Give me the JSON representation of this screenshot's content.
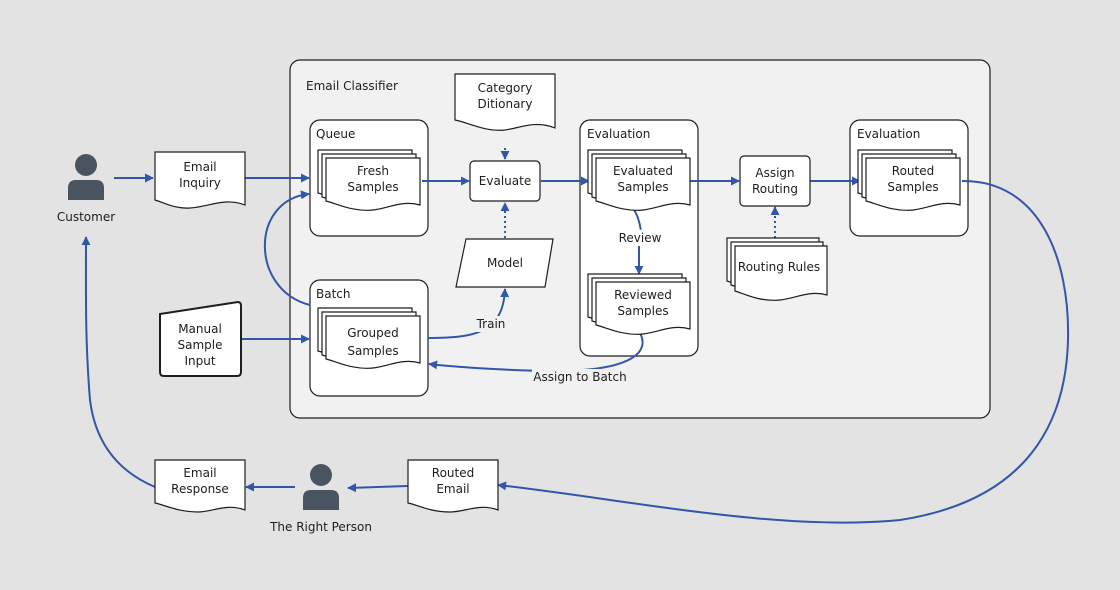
{
  "actors": {
    "customer": "Customer",
    "right_person": "The Right Person"
  },
  "system": {
    "title": "Email Classifier"
  },
  "groups": {
    "queue": "Queue",
    "batch": "Batch",
    "evaluation_1": "Evaluation",
    "evaluation_2": "Evaluation"
  },
  "documents": {
    "email_inquiry": [
      "Email",
      "Inquiry"
    ],
    "manual_input": [
      "Manual",
      "Sample",
      "Input"
    ],
    "fresh_samples": [
      "Fresh",
      "Samples"
    ],
    "grouped_samples": [
      "Grouped",
      "Samples"
    ],
    "category_dictionary": [
      "Category",
      "Ditionary"
    ],
    "evaluated_samples": [
      "Evaluated",
      "Samples"
    ],
    "reviewed_samples": [
      "Reviewed",
      "Samples"
    ],
    "routing_rules": [
      "Routing Rules"
    ],
    "routed_samples": [
      "Routed",
      "Samples"
    ],
    "routed_email": [
      "Routed",
      "Email"
    ],
    "email_response": [
      "Email",
      "Response"
    ]
  },
  "processes": {
    "evaluate": "Evaluate",
    "model": "Model",
    "assign_routing": [
      "Assign",
      "Routing"
    ]
  },
  "edge_labels": {
    "train": "Train",
    "review": "Review",
    "assign_to_batch": "Assign to Batch"
  },
  "colors": {
    "background": "#e3e3e3",
    "frame": "#f1f1f1",
    "arrow": "#3356a8",
    "person": "#4a5461"
  }
}
